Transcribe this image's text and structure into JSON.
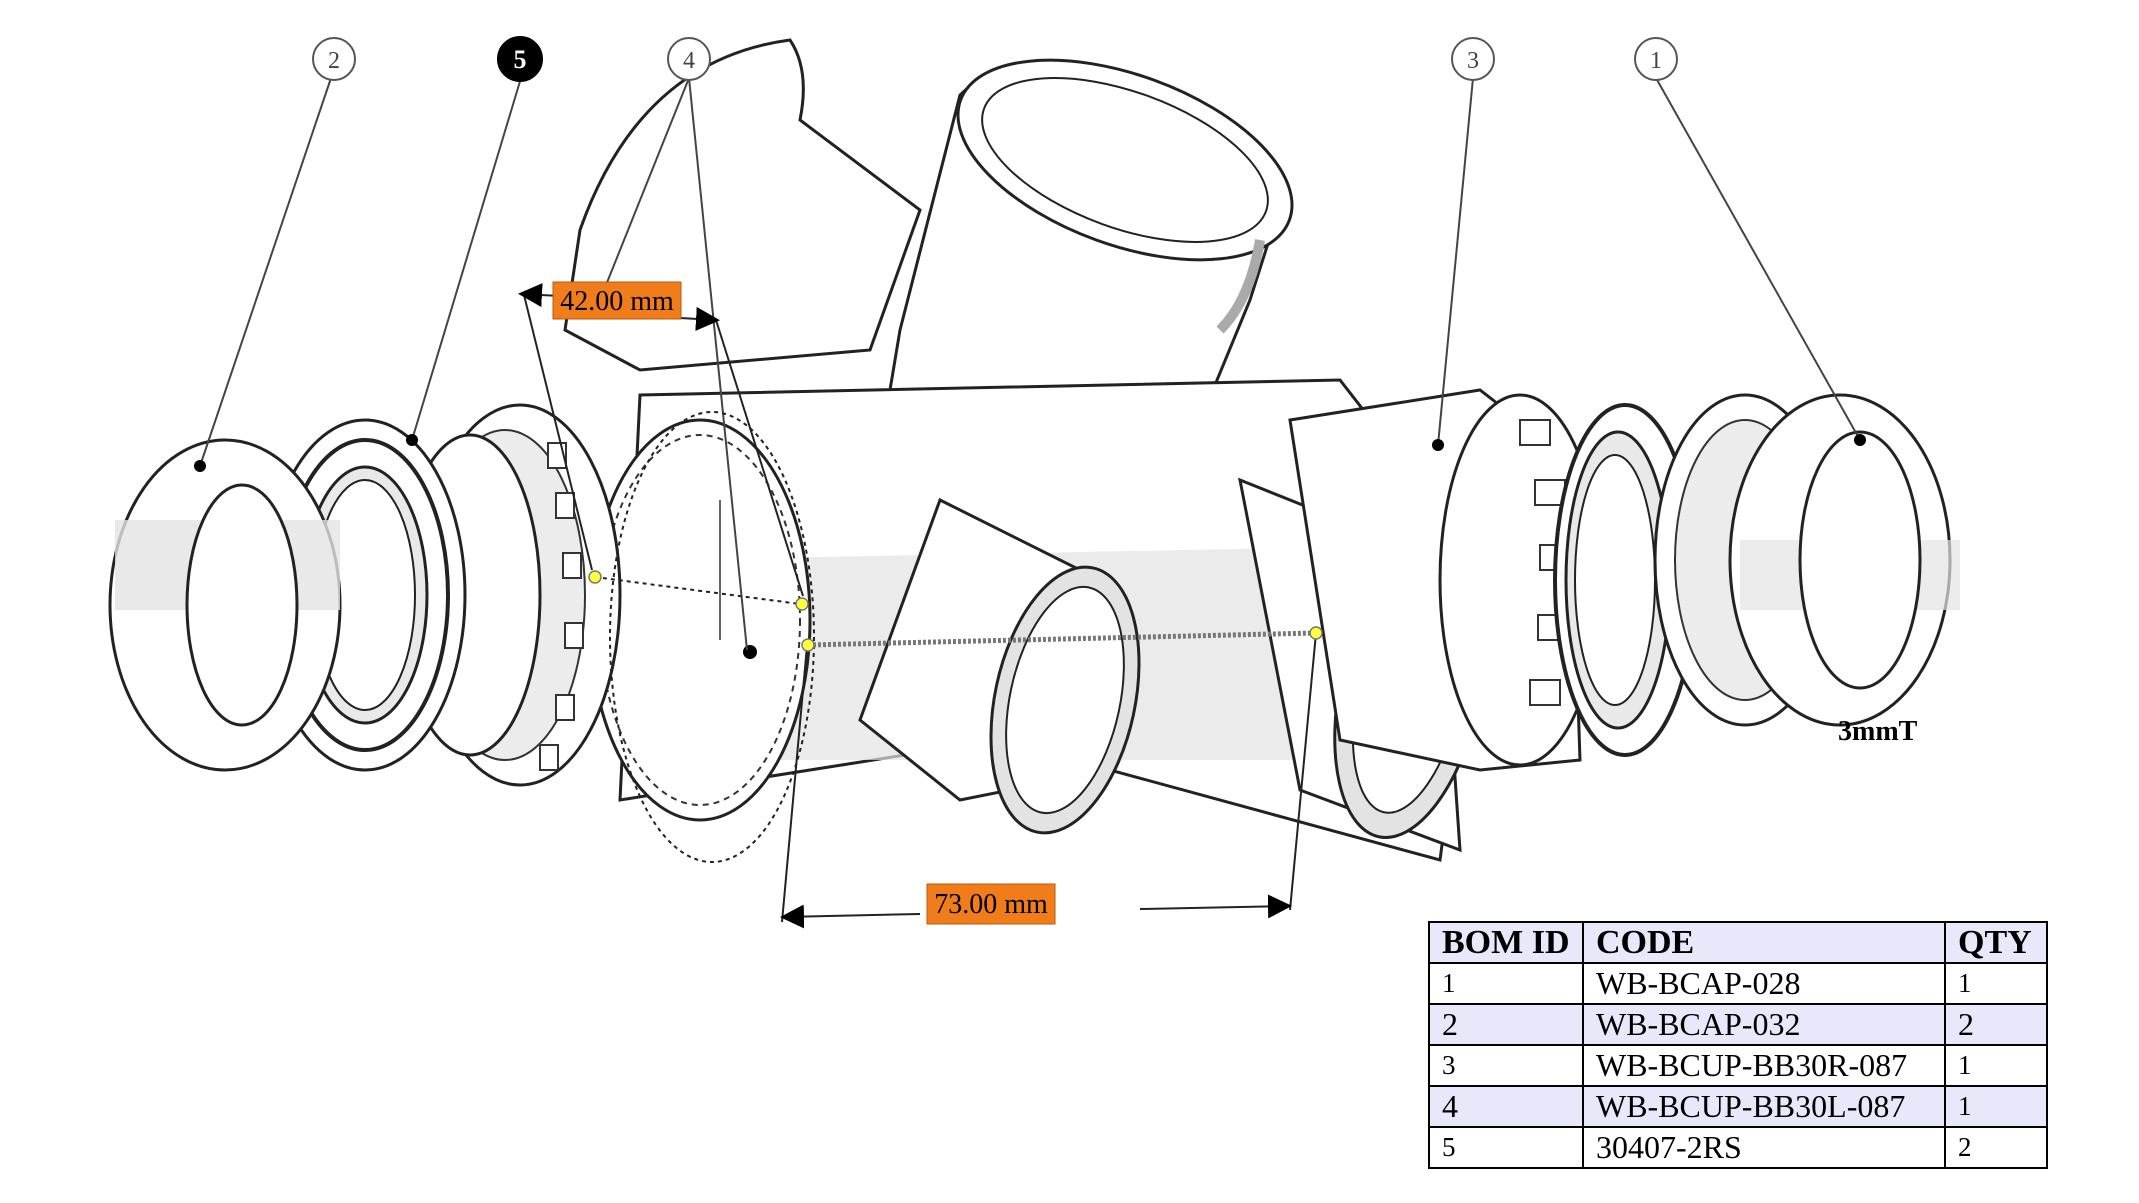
{
  "balloons": [
    {
      "id": "b2",
      "label": "2",
      "filled": false
    },
    {
      "id": "b5",
      "label": "5",
      "filled": true
    },
    {
      "id": "b4",
      "label": "4",
      "filled": false
    },
    {
      "id": "b3",
      "label": "3",
      "filled": false
    },
    {
      "id": "b1",
      "label": "1",
      "filled": false
    }
  ],
  "dimensions": {
    "top": "42.00 mm",
    "bottom": "73.00 mm"
  },
  "annotation": "3mmT",
  "colors": {
    "dimension_box": "#f07c1a",
    "measure_point": "#ffff3b",
    "table_header_bg": "#e8e8fb",
    "body_shade": "#e3e3e3"
  },
  "bom": {
    "headers": [
      "BOM ID",
      "CODE",
      "QTY"
    ],
    "rows": [
      {
        "id": "1",
        "code": "WB-BCAP-028",
        "qty": "1"
      },
      {
        "id": "2",
        "code": "WB-BCAP-032",
        "qty": "2"
      },
      {
        "id": "3",
        "code": "WB-BCUP-BB30R-087",
        "qty": "1"
      },
      {
        "id": "4",
        "code": "WB-BCUP-BB30L-087",
        "qty": "1"
      },
      {
        "id": "5",
        "code": "30407-2RS",
        "qty": "2"
      }
    ]
  }
}
